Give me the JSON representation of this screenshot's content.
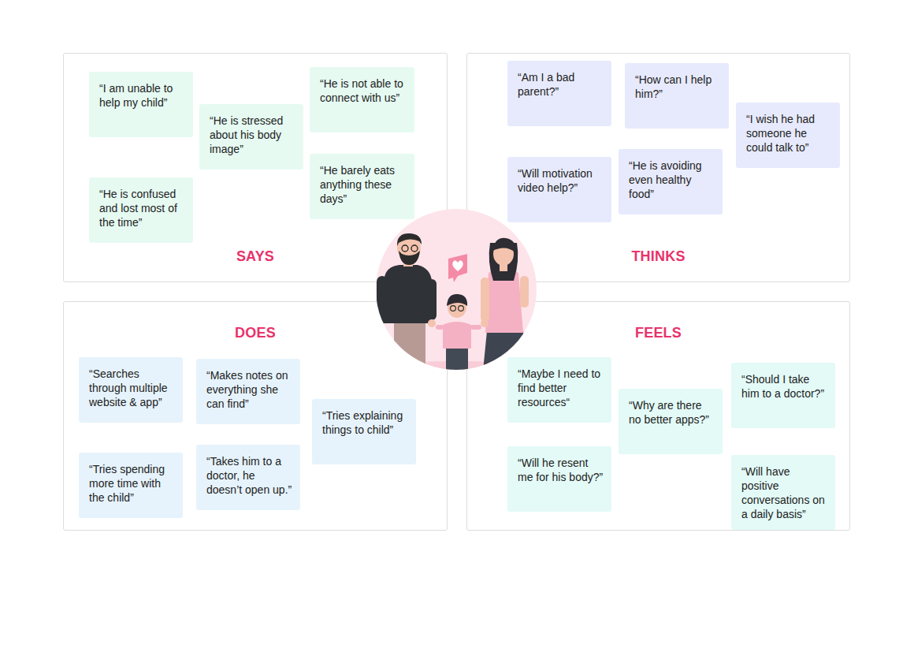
{
  "diagram": {
    "nodes": [
      {
        "text": [
          "SAYS"
        ]
      },
      {
        "text": [
          "“I am unable to help my child”"
        ],
        "in": 0
      },
      {
        "text": [
          "“He is not able to connect with us”"
        ],
        "in": 0
      },
      {
        "text": [
          "“He is stressed about his body image”"
        ],
        "in": 0
      },
      {
        "text": [
          "“He barely eats anything these days”"
        ],
        "in": 0
      },
      {
        "text": [
          "“He is confused and lost most of the time”"
        ],
        "in": 0
      },
      {
        "text": [
          "THINKS"
        ]
      },
      {
        "text": [
          "“Am I a bad parent?”"
        ],
        "in": 6
      },
      {
        "text": [
          "“How can I help him?”"
        ],
        "in": 6
      },
      {
        "text": [
          "“I wish he had someone he could talk to”"
        ],
        "in": 6
      },
      {
        "text": [
          "“Will motivation video help?”"
        ],
        "in": 6
      },
      {
        "text": [
          "“He is avoiding even healthy food”"
        ],
        "in": 6
      },
      {
        "text": [
          "DOES"
        ]
      },
      {
        "text": [
          "“Searches through multiple website & app”"
        ],
        "in": 12
      },
      {
        "text": [
          "“Makes notes on everything she can find”"
        ],
        "in": 12
      },
      {
        "text": [
          "“Tries explaining things to child”"
        ],
        "in": 12
      },
      {
        "text": [
          "“Tries spending more time with the child”"
        ],
        "in": 12
      },
      {
        "text": [
          "“Takes him to a doctor, he doesn’t open up.”"
        ],
        "in": 12
      },
      {
        "text": [
          "FEELS"
        ]
      },
      {
        "text": [
          "“Maybe I need to find better resources“"
        ],
        "in": 18
      },
      {
        "text": [
          "“Why are there no better apps?”"
        ],
        "in": 18
      },
      {
        "text": [
          "“Should I take him to a doctor?”"
        ],
        "in": 18
      },
      {
        "text": [
          "“Will he resent me for his body?”"
        ],
        "in": 18
      },
      {
        "text": [
          "“Will have positive conversations on a daily basis”"
        ],
        "in": 18
      }
    ]
  }
}
